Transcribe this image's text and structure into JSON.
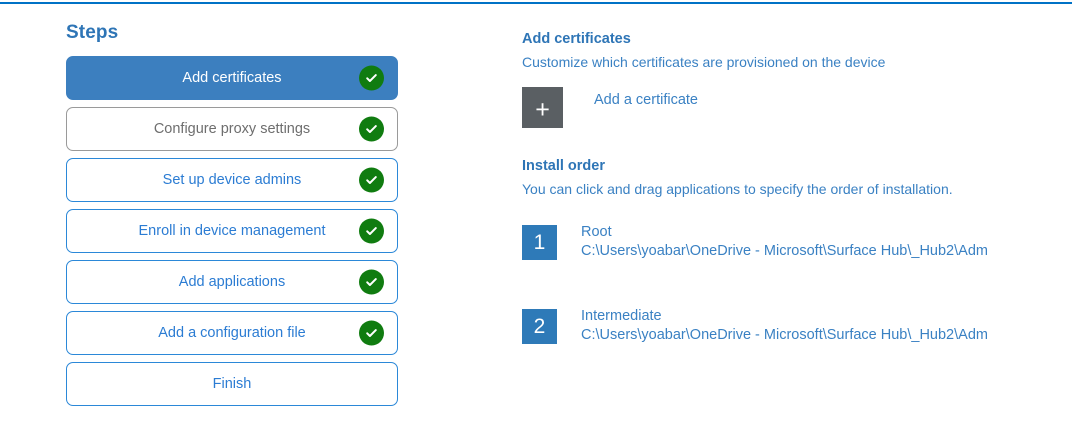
{
  "theme": {
    "accent_blue": "#0072C6",
    "link_blue": "#3A81C3",
    "heading_blue": "#2E75B6",
    "active_step_bg": "#3C7FBF",
    "step_border_blue": "#2B88D8",
    "step_border_muted": "#9A9A9A",
    "check_green": "#107C10",
    "add_square_gray": "#5A5F63",
    "order_badge_blue": "#2E7AB8"
  },
  "steps_panel": {
    "title": "Steps",
    "items": [
      {
        "label": "Add certificates",
        "state": "active",
        "completed": true,
        "check_icon": "check-circle-icon"
      },
      {
        "label": "Configure proxy settings",
        "state": "muted",
        "completed": true,
        "check_icon": "check-circle-icon"
      },
      {
        "label": "Set up device admins",
        "state": "default",
        "completed": true,
        "check_icon": "check-circle-icon"
      },
      {
        "label": "Enroll in device management",
        "state": "default",
        "completed": true,
        "check_icon": "check-circle-icon"
      },
      {
        "label": "Add applications",
        "state": "default",
        "completed": true,
        "check_icon": "check-circle-icon"
      },
      {
        "label": "Add a configuration file",
        "state": "default",
        "completed": true,
        "check_icon": "check-circle-icon"
      },
      {
        "label": "Finish",
        "state": "default",
        "completed": false,
        "check_icon": ""
      }
    ]
  },
  "detail_panel": {
    "heading": "Add certificates",
    "subheading": "Customize which certificates are provisioned on the device",
    "add_certificate": {
      "icon": "plus-icon",
      "plus_glyph": "+",
      "label": "Add a certificate"
    },
    "install_order": {
      "heading": "Install order",
      "description": "You can click and drag applications to specify the order of installation.",
      "items": [
        {
          "number": "1",
          "name": "Root",
          "path": "C:\\Users\\yoabar\\OneDrive - Microsoft\\Surface Hub\\_Hub2\\Adm"
        },
        {
          "number": "2",
          "name": "Intermediate",
          "path": "C:\\Users\\yoabar\\OneDrive - Microsoft\\Surface Hub\\_Hub2\\Adm"
        }
      ]
    }
  }
}
